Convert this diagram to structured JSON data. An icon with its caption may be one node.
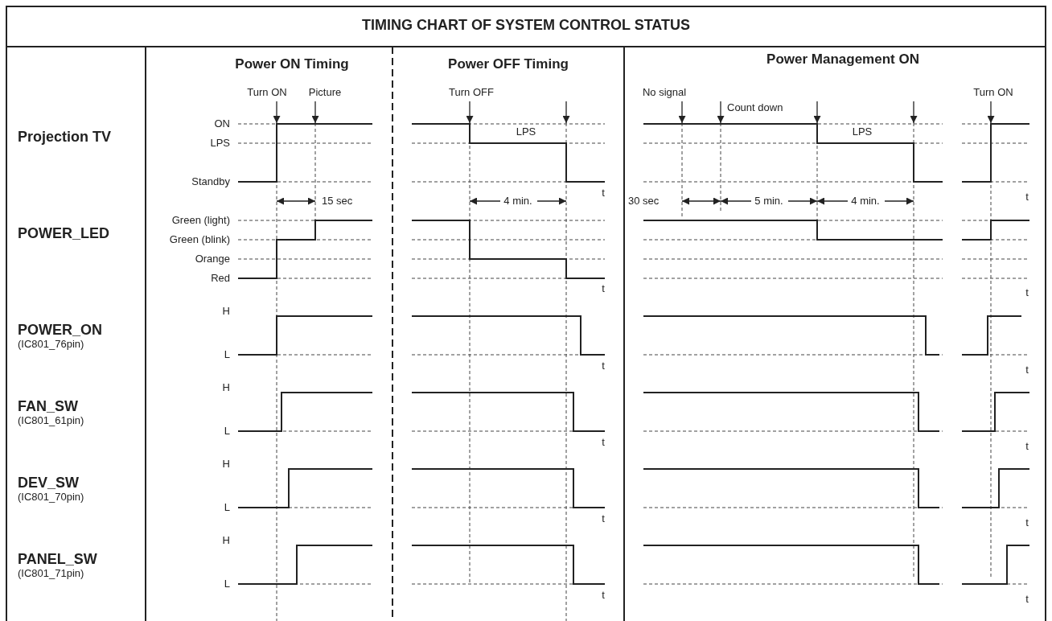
{
  "diagram": {
    "title": "TIMING CHART OF SYSTEM CONTROL STATUS",
    "labels": [
      "Power ON Timing",
      "Power OFF Timing",
      "Power Management ON",
      "Turn ON",
      "Picture",
      "Turn OFF",
      "No signal",
      "Count down",
      "Turn ON",
      "Projection TV",
      "ON",
      "LPS",
      "LPS",
      "LPS",
      "Standby",
      "t",
      "t",
      "15 sec",
      "4 min.",
      "30 sec",
      "5 min.",
      "4 min.",
      "Green (light)",
      "POWER_LED",
      "Green (blink)",
      "Orange",
      "Red",
      "t",
      "t",
      "H",
      "POWER_ON",
      "(IC801_76pin)",
      "L",
      "t",
      "t",
      "H",
      "FAN_SW",
      "(IC801_61pin)",
      "L",
      "t",
      "t",
      "H",
      "DEV_SW",
      "(IC801_70pin)",
      "L",
      "t",
      "t",
      "H",
      "PANEL_SW",
      "(IC801_71pin)",
      "L",
      "t",
      "t"
    ]
  }
}
